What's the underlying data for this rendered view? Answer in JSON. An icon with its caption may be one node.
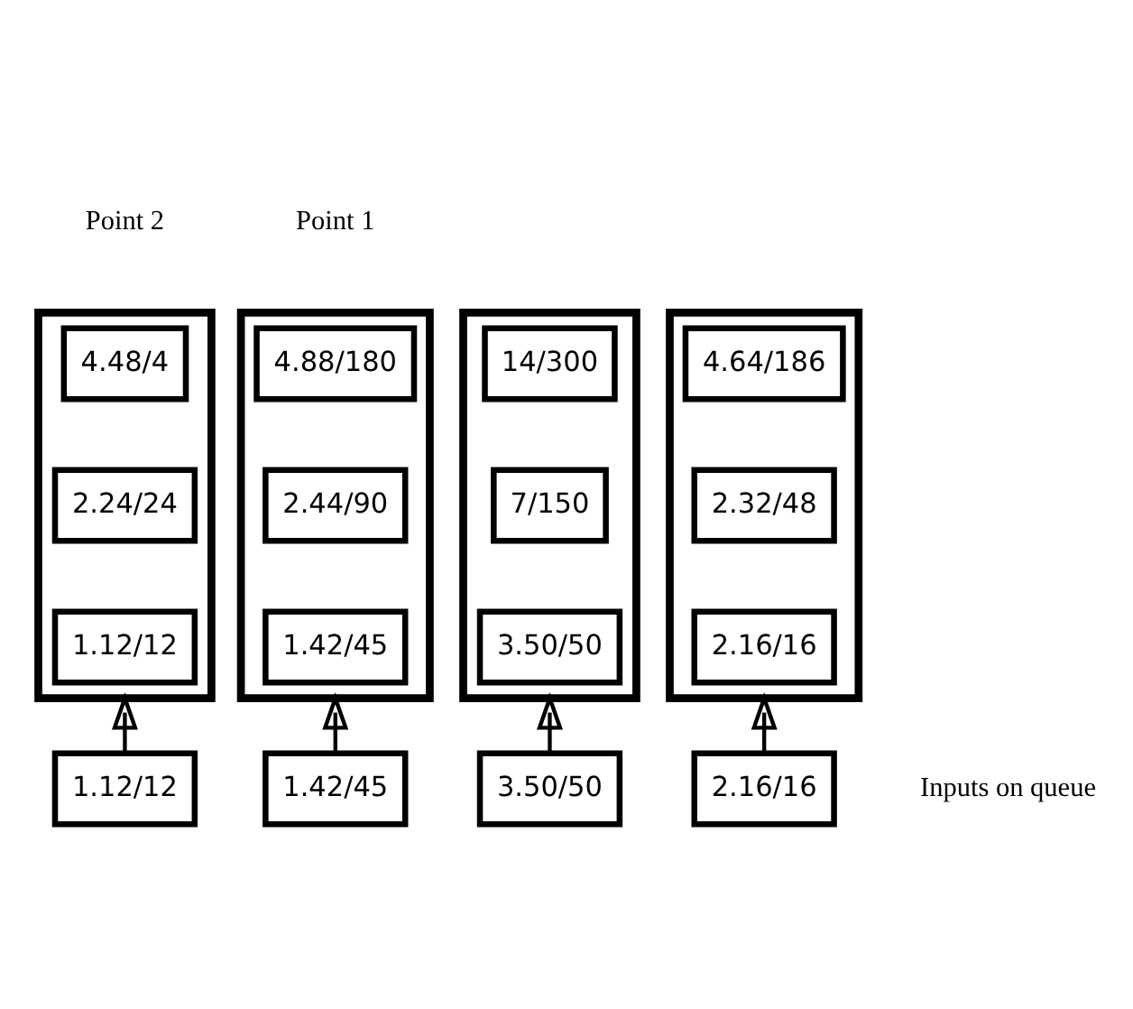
{
  "diagram": {
    "nodes": [
      {
        "text": [],
        "shape": "box"
      },
      {
        "text": [
          "4.48/4"
        ],
        "in": 0
      },
      {
        "text": [
          "2.24/24"
        ],
        "in": 0
      },
      {
        "text": [
          "1.12/12"
        ],
        "in": 0
      },
      {
        "text": [],
        "shape": "box"
      },
      {
        "text": [
          "4.88/180"
        ],
        "in": 4
      },
      {
        "text": [
          "2.44/90"
        ],
        "in": 4
      },
      {
        "text": [
          "1.42/45"
        ],
        "in": 4
      },
      {
        "text": [],
        "shape": "box"
      },
      {
        "text": [
          "14/300"
        ],
        "in": 8
      },
      {
        "text": [
          "7/150"
        ],
        "in": 8
      },
      {
        "text": [
          "3.50/50"
        ],
        "in": 8
      },
      {
        "text": [],
        "shape": "box"
      },
      {
        "text": [
          "4.64/186"
        ],
        "in": 12
      },
      {
        "text": [
          "2.32/48"
        ],
        "in": 12
      },
      {
        "text": [
          "2.16/16"
        ],
        "in": 12
      },
      {
        "text": [
          "1.12/12"
        ]
      },
      {
        "text": [
          "1.42/45"
        ]
      },
      {
        "text": [
          "3.50/50"
        ]
      },
      {
        "text": [
          "2.16/16"
        ]
      }
    ],
    "edges": [
      {
        "from": 16,
        "to": 0,
        "arrow": "to"
      },
      {
        "from": 17,
        "to": 4,
        "arrow": "to"
      },
      {
        "from": 18,
        "to": 8,
        "arrow": "to"
      },
      {
        "from": 19,
        "to": 12,
        "arrow": "to"
      }
    ],
    "labels": [
      "Point 2",
      "Point 1",
      "Inputs on queue"
    ]
  }
}
